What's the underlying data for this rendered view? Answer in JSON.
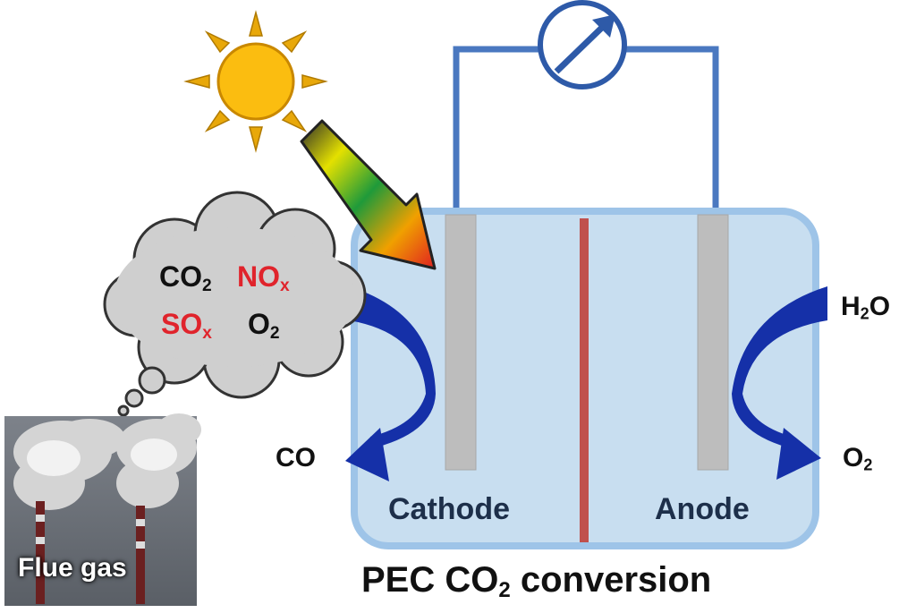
{
  "labels": {
    "cathode": "Cathode",
    "anode": "Anode",
    "flue_gas": "Flue gas",
    "co": "CO",
    "h2o_h": "H",
    "h2o_sub": "2",
    "h2o_o": "O",
    "o2_o": "O",
    "o2_sub": "2",
    "cloud": {
      "co2_main": "CO",
      "co2_sub": "2",
      "nox_main": "NO",
      "nox_sub": "x",
      "sox_main": "SO",
      "sox_sub": "x",
      "o2_main": "O",
      "o2_sub": "2"
    },
    "caption": {
      "pre": "PEC CO",
      "sub": "2",
      "post": " conversion"
    }
  },
  "colors": {
    "cell_fill": "#c8def0",
    "cell_border": "#9ec4e8",
    "wire": "#4a78c0",
    "electrode": "#bdbdbd",
    "membrane": "#c0504d",
    "flow_arrow": "#1530a8",
    "gas_red": "#e0242c",
    "cloud_fill": "#cfcfcf",
    "sun_fill": "#fbbd10",
    "sun_rays": "#e8a80a"
  },
  "icons": {
    "sun": "sun-icon",
    "meter": "ammeter-icon",
    "smokestacks": "factory-smokestack-icon"
  }
}
